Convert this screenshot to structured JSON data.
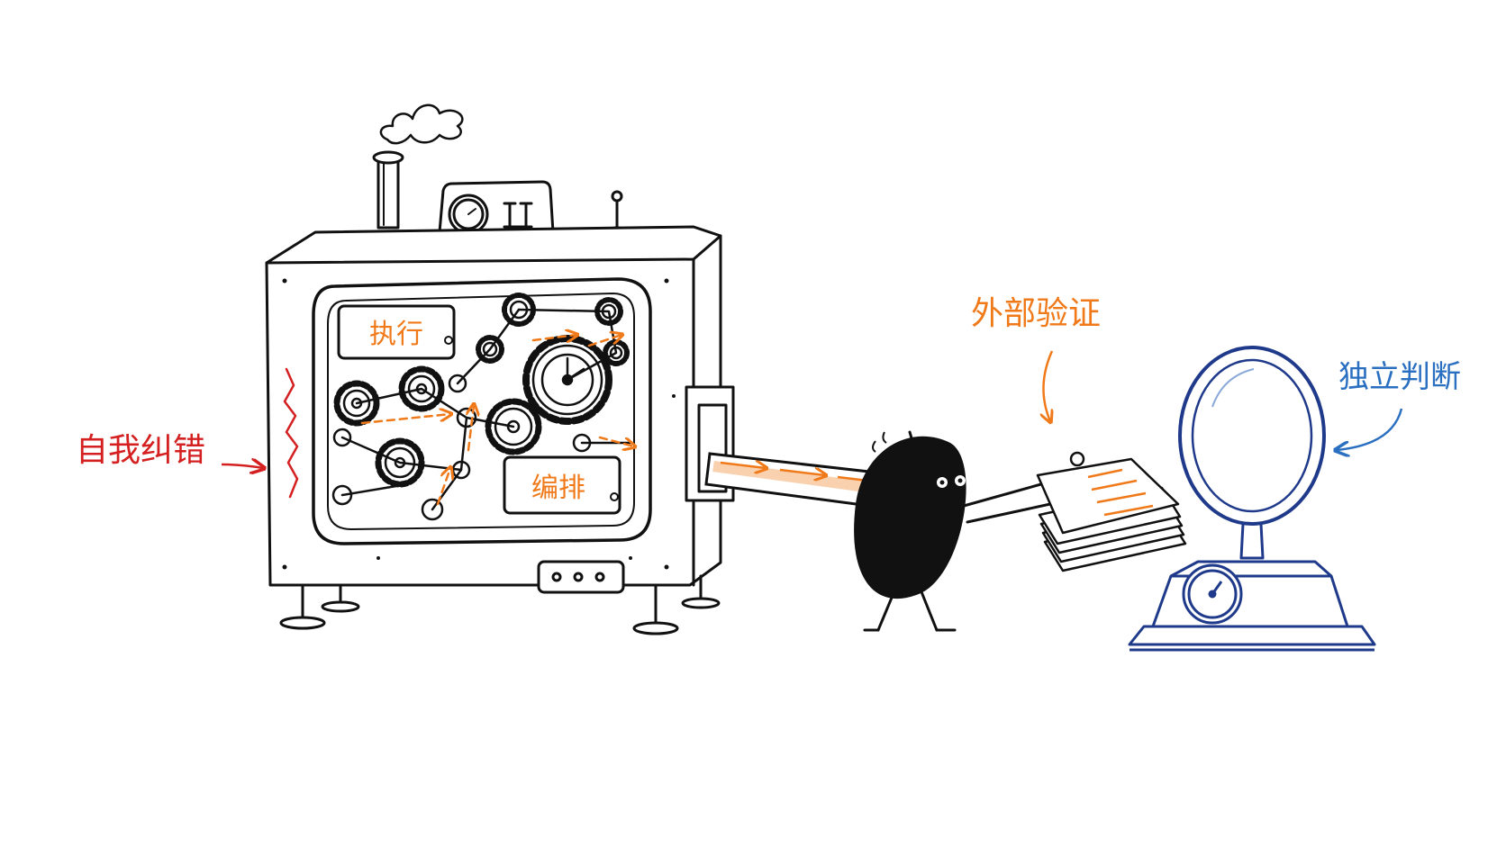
{
  "labels": {
    "execute": "执行",
    "orchestrate": "编排",
    "self_correction": "自我纠错",
    "external_verification": "外部验证",
    "independent_judgment": "独立判断"
  },
  "colors": {
    "ink": "#111111",
    "orange": "#f07a1a",
    "red": "#d42020",
    "blue": "#2a6fc0",
    "navy": "#1f3a8a"
  },
  "icons": {
    "machine": "gear-machine-icon",
    "character": "blob-character-icon",
    "papers": "paper-stack-icon",
    "scale": "magnifier-scale-icon"
  }
}
